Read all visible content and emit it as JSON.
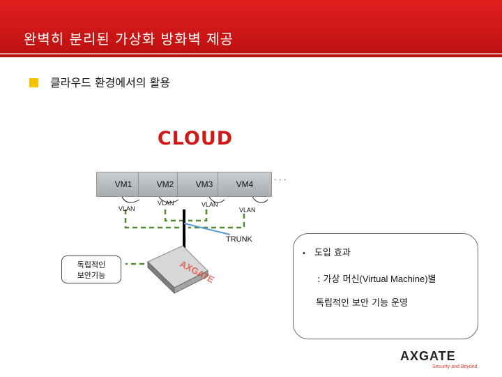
{
  "header": {
    "title": "완벽히 분리된 가상화 방화벽 제공"
  },
  "section": {
    "subtitle": "클라우드 환경에서의 활용"
  },
  "diagram": {
    "cloud_label": "CLOUD",
    "vms": [
      "VM1",
      "VM2",
      "VM3",
      "VM4"
    ],
    "vlans": [
      "VLAN",
      "VLAN",
      "VLAN",
      "VLAN"
    ],
    "ellipsis": ". . .",
    "trunk_label": "TRUNK",
    "security_box": [
      "독립적인",
      "보안기능"
    ],
    "device_brand": "AXGATE"
  },
  "effects": {
    "bullet": "•",
    "heading": "도입 효과",
    "line1_prefix": ": 가상 머신",
    "line1_latin": "(Virtual Machine)",
    "line1_suffix": "별",
    "line2": "독립적인 보안 기능 운영"
  },
  "logo": {
    "brand": "AXGATE",
    "tagline": "Security and Beyond"
  },
  "colors": {
    "header": "#c81414",
    "accent": "#f4c300",
    "cloud_text": "#d01a1a",
    "dash": "#4f8a2e",
    "trunk": "#5a9ad6"
  }
}
